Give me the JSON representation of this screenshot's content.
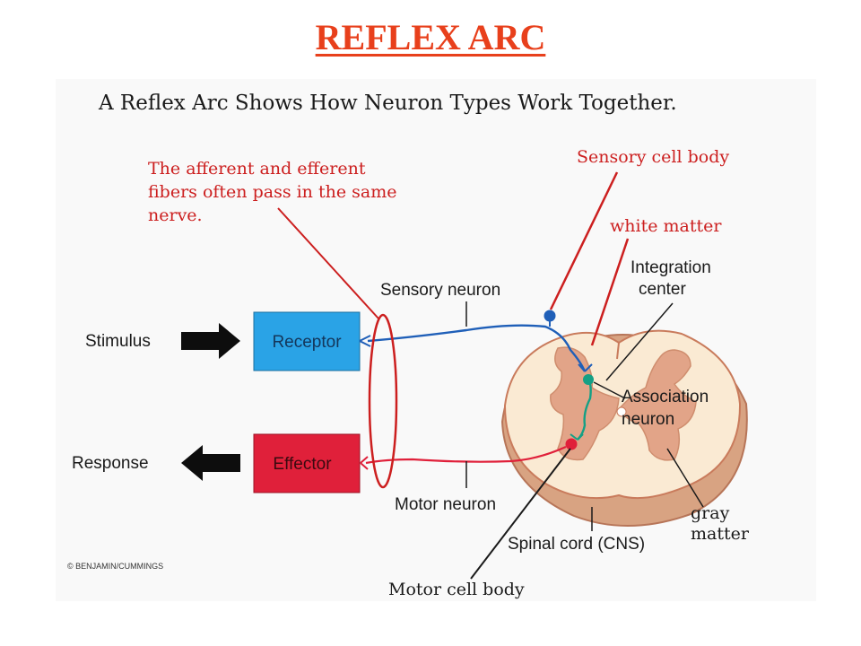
{
  "slide": {
    "title": "REFLEX ARC",
    "heading": "A Reflex Arc Shows How Neuron Types Work Together."
  },
  "labels": {
    "afferent_note": [
      "The afferent and efferent",
      "fibers often pass in the same",
      "nerve."
    ],
    "sensory_cell_body": "Sensory cell body",
    "white_matter": "white matter",
    "integration_center": [
      "Integration",
      "center"
    ],
    "sensory_neuron": "Sensory neuron",
    "stimulus": "Stimulus",
    "receptor": "Receptor",
    "association_neuron": [
      "Association",
      "neuron"
    ],
    "response": "Response",
    "effector": "Effector",
    "motor_neuron": "Motor neuron",
    "gray_matter": [
      "gray",
      "matter"
    ],
    "spinal_cord": "Spinal cord (CNS)",
    "motor_cell_body": "Motor cell body",
    "copyright": "© BENJAMIN/CUMMINGS"
  },
  "colors": {
    "title": "#e8401c",
    "annotation_red": "#cc1f1f",
    "receptor_fill": "#2aa3e6",
    "effector_fill": "#e0203a",
    "sensory_fiber": "#1f5fb8",
    "motor_fiber": "#e0203a",
    "association_fiber": "#14a085",
    "cord_white": "#faead3",
    "cord_gray": "#e2a488",
    "cord_outline": "#c97b5c"
  }
}
